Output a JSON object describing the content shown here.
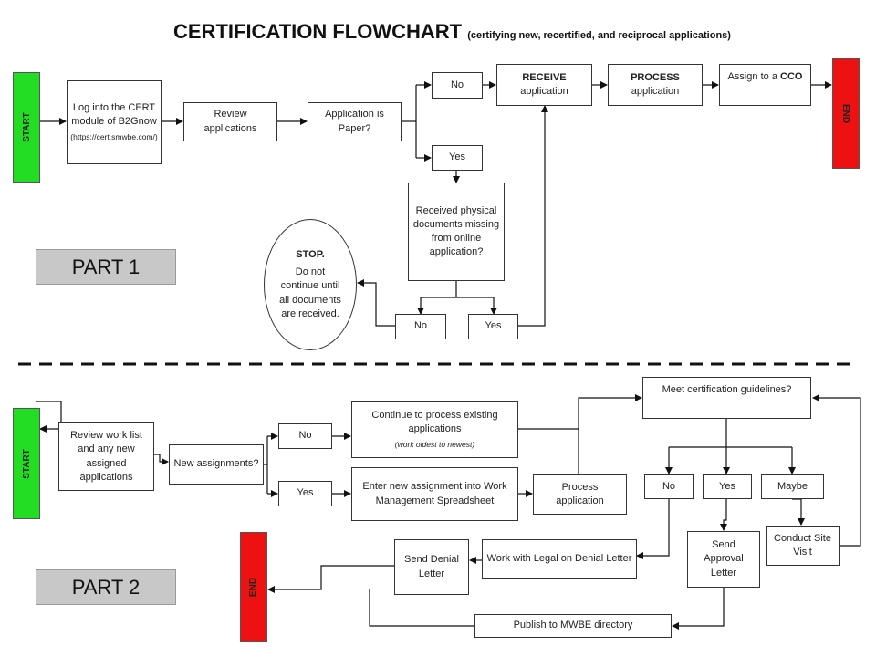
{
  "title": {
    "main": "CERTIFICATION FLOWCHART",
    "sub": "(certifying new, recertified, and reciprocal applications)"
  },
  "part1": {
    "label": "PART 1",
    "start": "START",
    "end": "END",
    "login": {
      "text": "Log into the CERT module of B2Gnow",
      "url": "(https://cert.smwbe.com/)"
    },
    "review_applications": "Review applications",
    "application_is_paper": "Application is Paper?",
    "no": "No",
    "yes": "Yes",
    "receive": {
      "bold": "RECEIVE",
      "rest": "application"
    },
    "process": {
      "bold": "PROCESS",
      "rest": "application"
    },
    "assign": {
      "text": "Assign to a",
      "bold": "CCO"
    },
    "received_physical": "Received physical documents missing from online application?",
    "no2": "No",
    "yes2": "Yes",
    "stop": {
      "title": "STOP.",
      "text": "Do not continue until all documents are received."
    }
  },
  "part2": {
    "label": "PART 2",
    "start": "START",
    "end": "END",
    "review_work_list": "Review work list and any new assigned applications",
    "new_assignments": "New assignments?",
    "no": "No",
    "yes": "Yes",
    "continue_process": {
      "text": "Continue to process existing applications",
      "note": "(work oldest to newest)"
    },
    "enter_assignment": "Enter new assignment into Work Management Spreadsheet",
    "process_application": "Process application",
    "meet_guidelines": "Meet certification guidelines?",
    "opt_no": "No",
    "opt_yes": "Yes",
    "opt_maybe": "Maybe",
    "conduct_site_visit": "Conduct Site Visit",
    "send_approval": "Send Approval Letter",
    "work_with_legal": "Work with Legal on Denial Letter",
    "send_denial": "Send Denial Letter",
    "publish": "Publish to MWBE directory"
  },
  "colors": {
    "start": "#22dd22",
    "end": "#ee1111",
    "part_label_bg": "#c8c8c8"
  }
}
